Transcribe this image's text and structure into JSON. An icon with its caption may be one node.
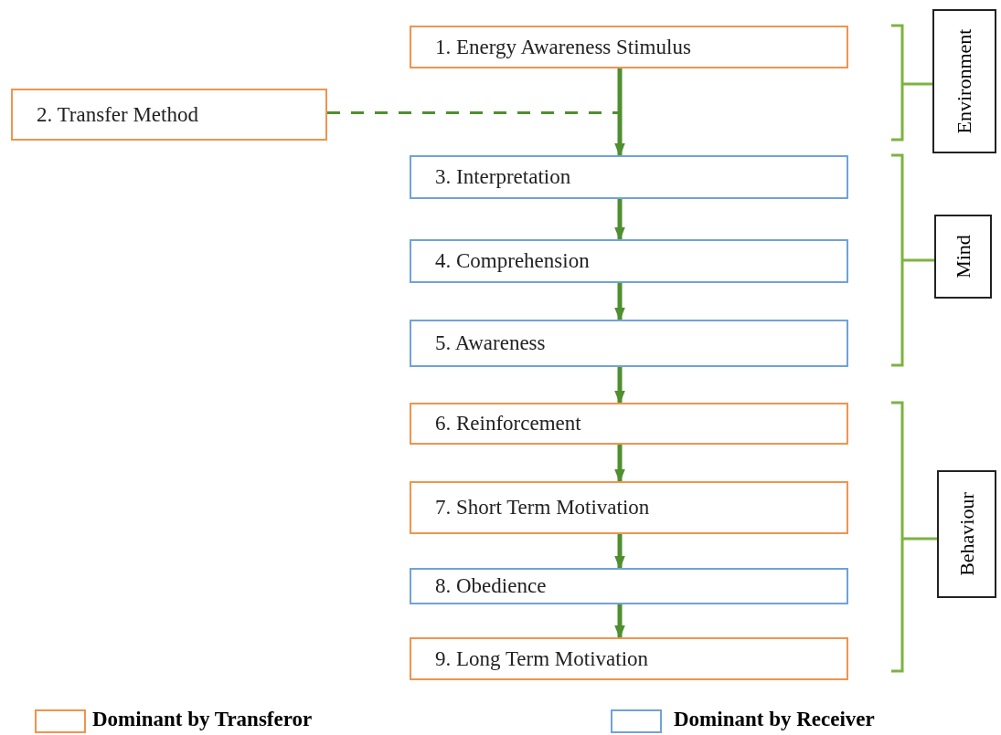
{
  "diagram": {
    "nodes": [
      {
        "text": [
          "1. Energy Awareness Stimulus"
        ]
      },
      {
        "text": [
          "2. Transfer Method"
        ]
      },
      {
        "text": [
          "3. Interpretation"
        ]
      },
      {
        "text": [
          "4. Comprehension"
        ]
      },
      {
        "text": [
          "5. Awareness"
        ]
      },
      {
        "text": [
          "6. Reinforcement"
        ]
      },
      {
        "text": [
          "7. Short Term Motivation"
        ]
      },
      {
        "text": [
          "8. Obedience"
        ]
      },
      {
        "text": [
          "9. Long Term Motivation"
        ]
      },
      {
        "text": [
          "Environment"
        ]
      },
      {
        "text": [
          "Mind"
        ]
      },
      {
        "text": [
          "Behaviour"
        ]
      }
    ],
    "edges": [
      {
        "from": 0,
        "to": 2,
        "arrow": "to"
      },
      {
        "from": 1,
        "to": 2,
        "arrow": "to",
        "style": "dashed"
      },
      {
        "from": 2,
        "to": 3,
        "arrow": "to"
      },
      {
        "from": 3,
        "to": 4,
        "arrow": "to"
      },
      {
        "from": 4,
        "to": 5,
        "arrow": "to"
      },
      {
        "from": 5,
        "to": 6,
        "arrow": "to"
      },
      {
        "from": 6,
        "to": 7,
        "arrow": "to"
      },
      {
        "from": 7,
        "to": 8,
        "arrow": "to"
      }
    ],
    "legend": [
      {
        "text": "Dominant by Transferor",
        "color": "#f0944e"
      },
      {
        "text": "Dominant by Receiver",
        "color": "#6fa3d8"
      }
    ]
  }
}
